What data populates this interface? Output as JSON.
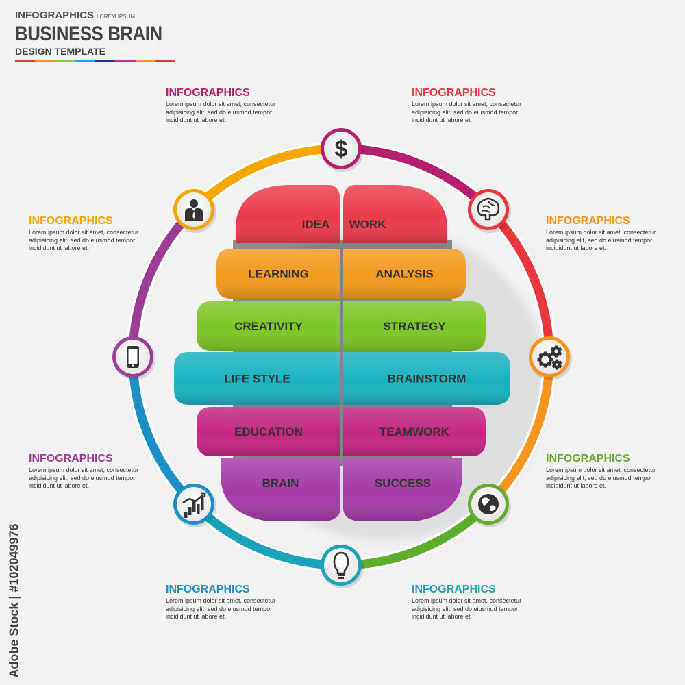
{
  "header": {
    "top": "INFOGRAPHICS",
    "small": "LOREM IPSUM",
    "main": "BUSINESS BRAIN",
    "sub": "DESIGN TEMPLATE",
    "bar_colors": [
      "#e8383d",
      "#f7941d",
      "#8dc63f",
      "#00aeef",
      "#2e3192",
      "#c1328e",
      "#f7941d",
      "#e8383d"
    ]
  },
  "blocks": [
    {
      "title": "INFOGRAPHICS",
      "lines": [
        "Lorem ipsum dolor sit amet, consectetur",
        "adipisicing elit, sed do eiusmod tempor",
        "incididunt ut labore et."
      ],
      "color": "#b5206e"
    },
    {
      "title": "INFOGRAPHICS",
      "lines": [
        "Lorem ipsum dolor sit amet, consectetur",
        "adipisicing elit, sed do eiusmod tempor",
        "incididunt ut labore et."
      ],
      "color": "#e8383d"
    },
    {
      "title": "INFOGRAPHICS",
      "lines": [
        "Lorem ipsum dolor sit amet, consectetur",
        "adipisicing elit, sed do eiusmod tempor",
        "incididunt ut labore et."
      ],
      "color": "#f7a600"
    },
    {
      "title": "INFOGRAPHICS",
      "lines": [
        "Lorem ipsum dolor sit amet, consectetur",
        "adipisicing elit, sed do eiusmod tempor",
        "incididunt ut labore et."
      ],
      "color": "#f7941d"
    },
    {
      "title": "INFOGRAPHICS",
      "lines": [
        "Lorem ipsum dolor sit amet, consectetur",
        "adipisicing elit, sed do eiusmod tempor",
        "incididunt ut labore et."
      ],
      "color": "#9c3d97"
    },
    {
      "title": "INFOGRAPHICS",
      "lines": [
        "Lorem ipsum dolor sit amet, consectetur",
        "adipisicing elit, sed do eiusmod tempor",
        "incididunt ut labore et."
      ],
      "color": "#5fad2e"
    },
    {
      "title": "INFOGRAPHICS",
      "lines": [
        "Lorem ipsum dolor sit amet, consectetur",
        "adipisicing elit, sed do eiusmod tempor",
        "incididunt ut labore et."
      ],
      "color": "#1c8fc4"
    },
    {
      "title": "INFOGRAPHICS",
      "lines": [
        "Lorem ipsum dolor sit amet, consectetur",
        "adipisicing elit, sed do eiusmod tempor",
        "incididunt ut labore et."
      ],
      "color": "#1aa3b8"
    }
  ],
  "brain": {
    "left": [
      "IDEA",
      "LEARNING",
      "CREATIVITY",
      "LIFE STYLE",
      "EDUCATION",
      "BRAIN"
    ],
    "right": [
      "WORK",
      "ANALYSIS",
      "STRATEGY",
      "BRAINSTORM",
      "TEAMWORK",
      "SUCCESS"
    ],
    "colors": [
      "#ec3b4c",
      "#f39a1f",
      "#7bc625",
      "#1ab2c0",
      "#c2267f",
      "#a53aa8"
    ]
  },
  "nodes": [
    {
      "icon": "dollar-icon",
      "color": "#b5206e"
    },
    {
      "icon": "brain-icon",
      "color": "#e8383d"
    },
    {
      "icon": "gears-icon",
      "color": "#f7941d"
    },
    {
      "icon": "globe-icon",
      "color": "#5fad2e"
    },
    {
      "icon": "lightbulb-icon",
      "color": "#1aa3b8"
    },
    {
      "icon": "chart-icon",
      "color": "#1c8fc4"
    },
    {
      "icon": "smartphone-icon",
      "color": "#9c3d97"
    },
    {
      "icon": "businessman-icon",
      "color": "#f7a600"
    }
  ],
  "stock_id": "Adobe Stock | #102049976"
}
